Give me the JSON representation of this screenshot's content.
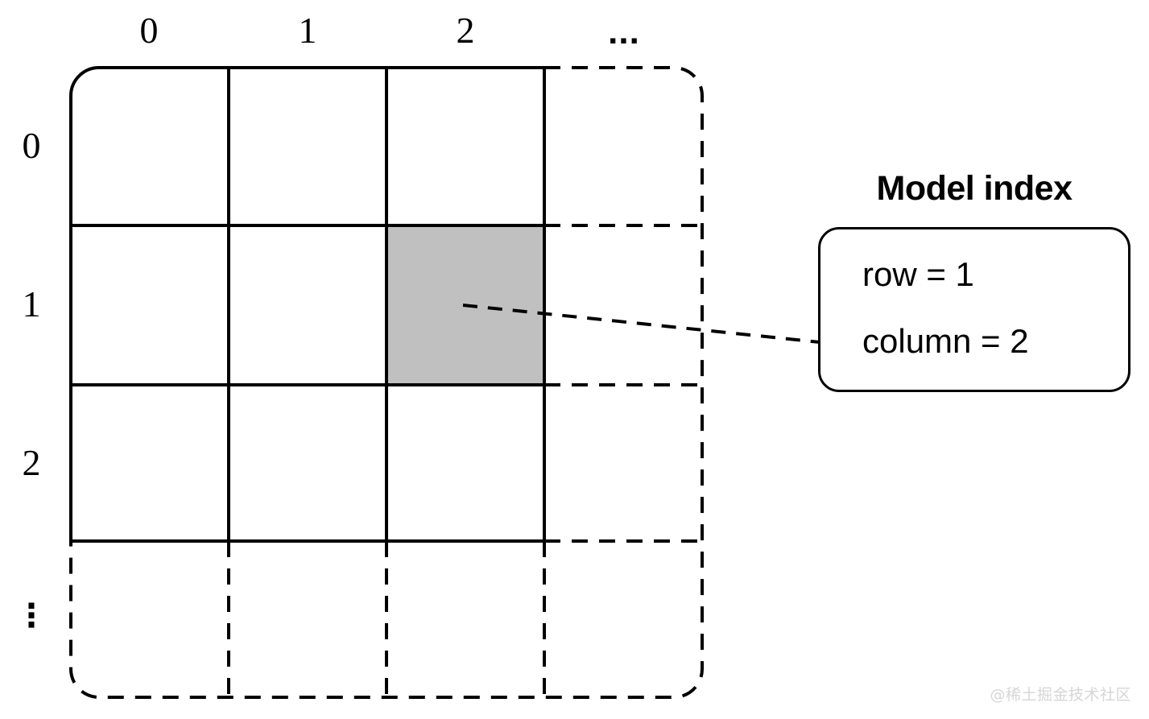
{
  "figure": {
    "title": "Model index",
    "grid": {
      "column_headers": [
        "0",
        "1",
        "2",
        "..."
      ],
      "row_headers": [
        "0",
        "1",
        "2",
        "⋮"
      ],
      "solid_columns": 3,
      "solid_rows": 3,
      "highlighted_cell": {
        "row": 1,
        "column": 2
      },
      "highlight_color": "#c0c0c0",
      "line_color": "#000000"
    },
    "callout": {
      "title": "Model index",
      "lines": [
        "row = 1",
        "column = 2"
      ],
      "row_label": "row = 1",
      "column_label": "column = 2",
      "border_color": "#000000",
      "background": "#ffffff"
    },
    "leader_line": {
      "style": "dashed",
      "color": "#000000"
    }
  },
  "watermark": {
    "text": "@稀土掘金技术社区",
    "color": "#d6d6d6"
  }
}
